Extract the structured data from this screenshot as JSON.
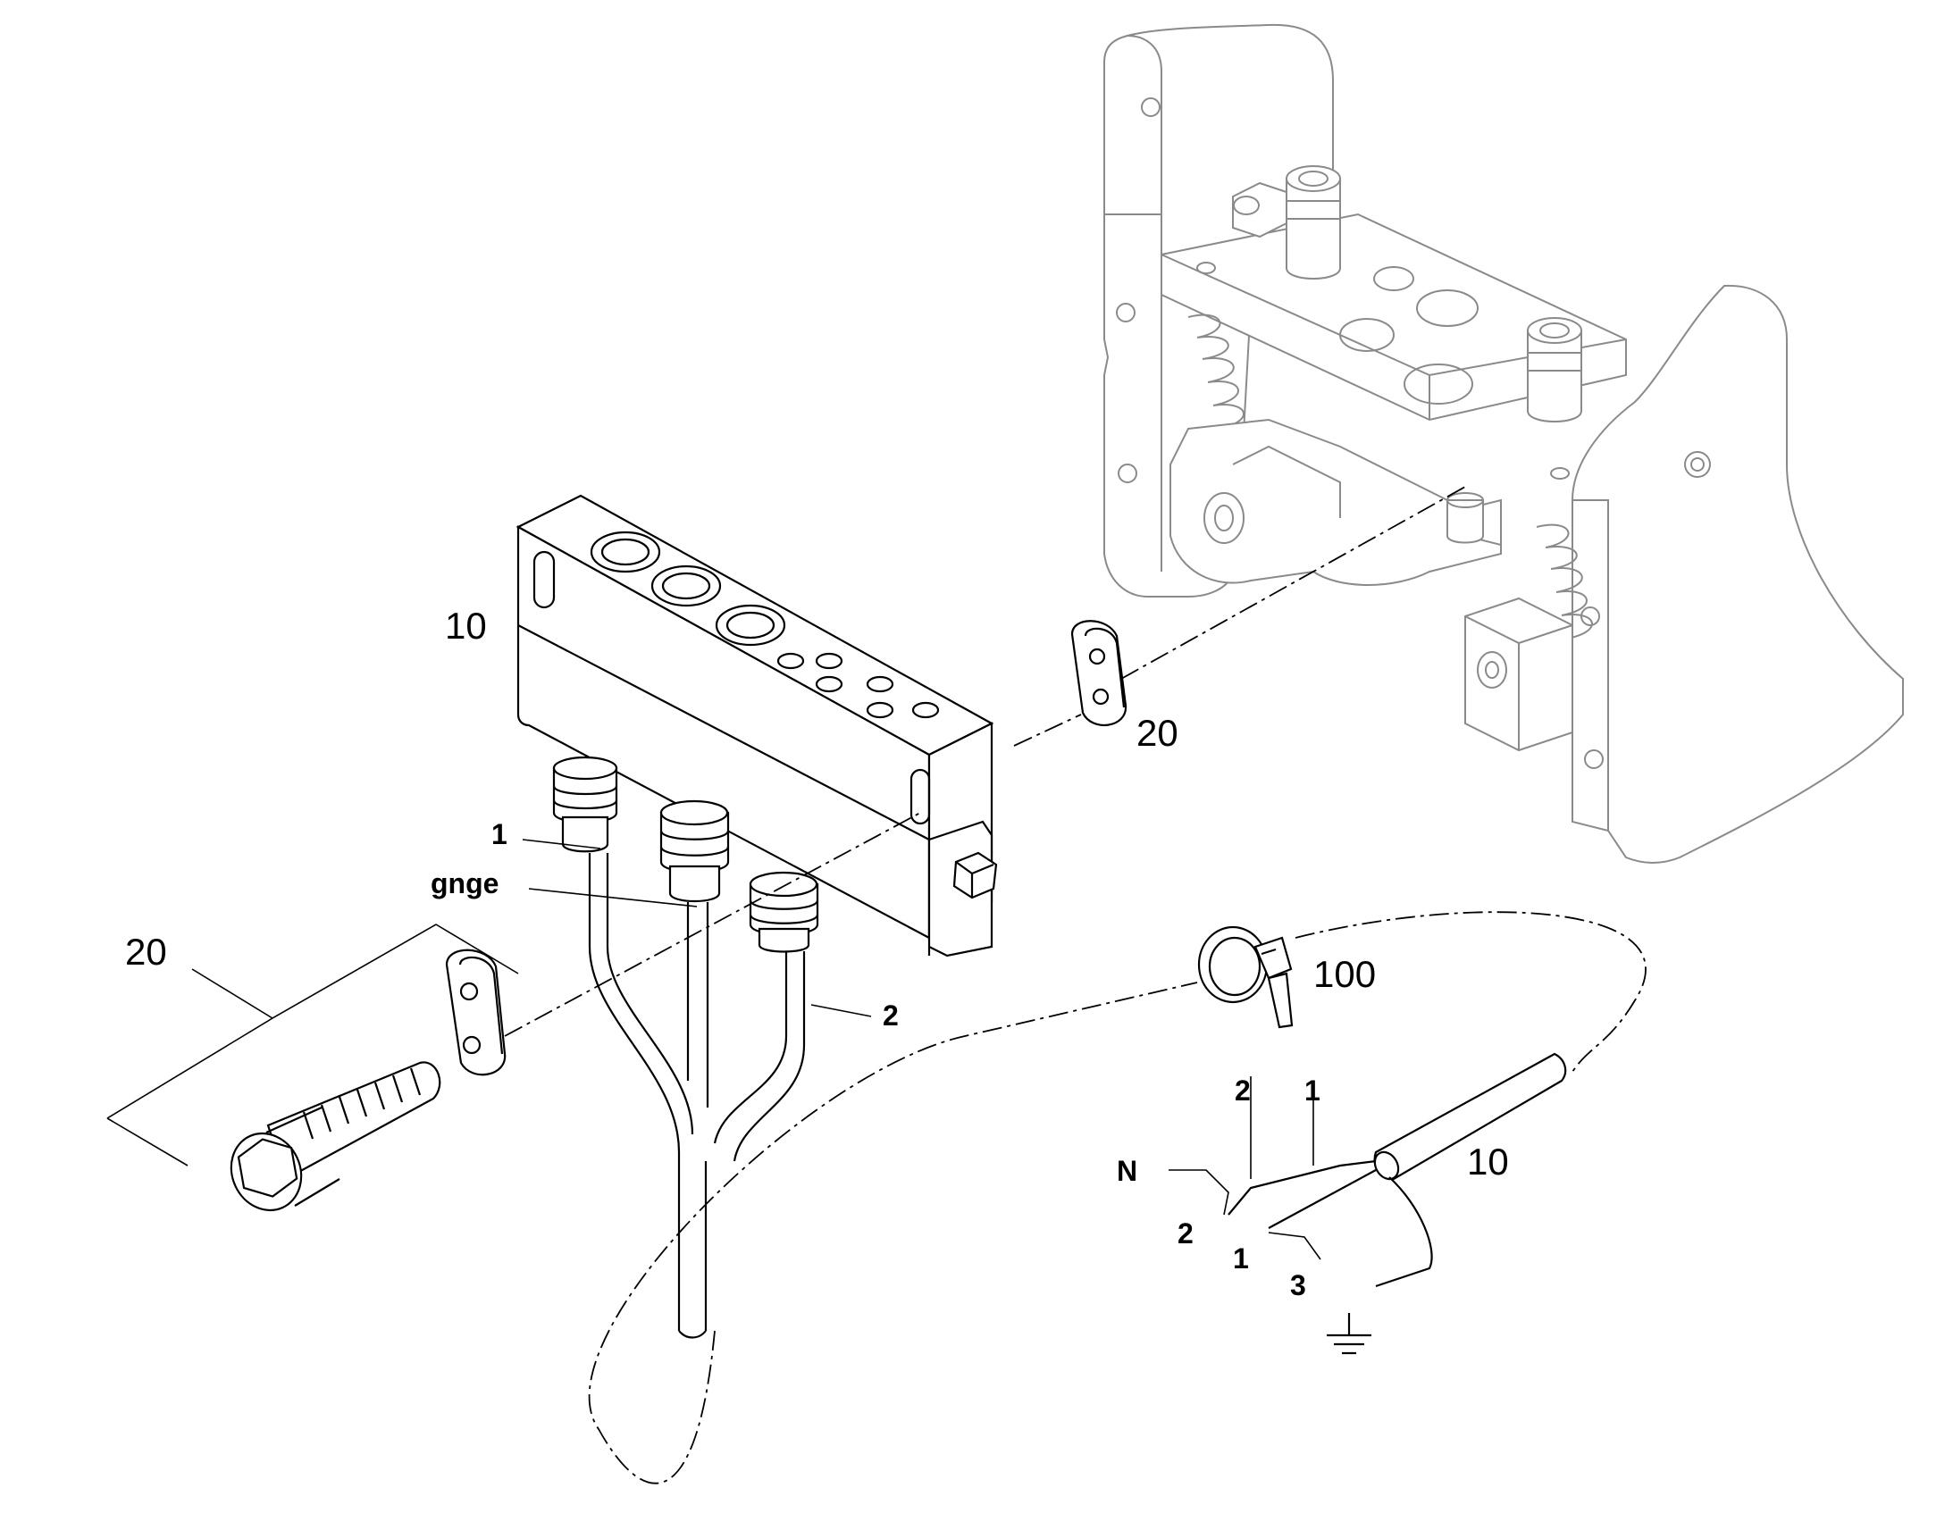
{
  "callouts": {
    "block_top": "10",
    "washer_right": "20",
    "bracket_left": "20",
    "clamp": "100",
    "cable_right": "10",
    "wire_1": "1",
    "wire_gnge": "gnge",
    "wire_2": "2",
    "schem_2_top": "2",
    "schem_1_top": "1",
    "schem_N": "N",
    "schem_2_bottom": "2",
    "schem_1_bottom": "1",
    "schem_3": "3"
  },
  "icons": {
    "ground": "ground-symbol-icon"
  }
}
